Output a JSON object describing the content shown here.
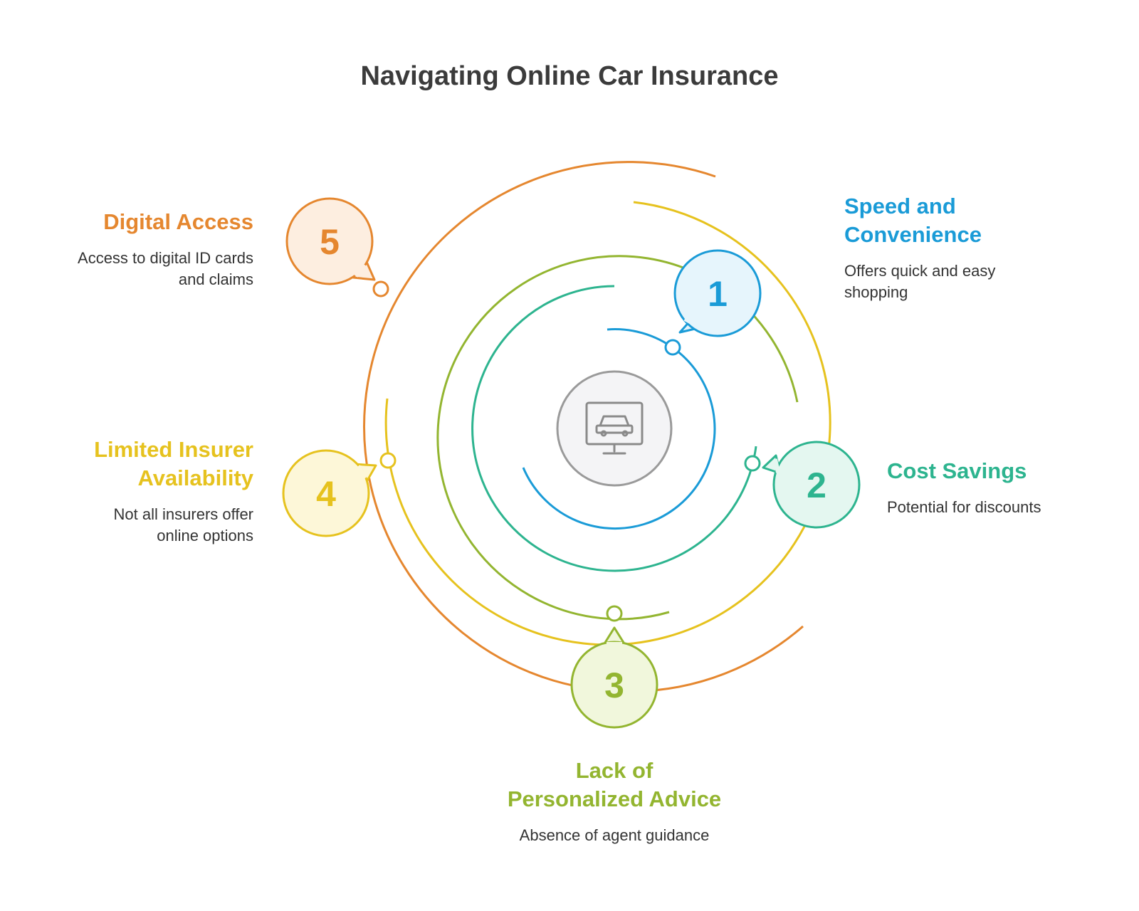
{
  "title": "Navigating Online Car Insurance",
  "center_icon": "car-monitor-icon",
  "items": [
    {
      "number": "1",
      "heading_line1": "Speed and",
      "heading_line2": "Convenience",
      "desc_line1": "Offers quick and easy",
      "desc_line2": "shopping",
      "color": "#1a9bd7",
      "fill": "#e6f5fc"
    },
    {
      "number": "2",
      "heading_line1": "Cost Savings",
      "heading_line2": "",
      "desc_line1": "Potential for discounts",
      "desc_line2": "",
      "color": "#2db48f",
      "fill": "#e4f7f0"
    },
    {
      "number": "3",
      "heading_line1": "Lack of",
      "heading_line2": "Personalized Advice",
      "desc_line1": "Absence of agent guidance",
      "desc_line2": "",
      "color": "#93b530",
      "fill": "#f1f7dc"
    },
    {
      "number": "4",
      "heading_line1": "Limited Insurer",
      "heading_line2": "Availability",
      "desc_line1": "Not all insurers offer",
      "desc_line2": "online options",
      "color": "#e6c21e",
      "fill": "#fdf7d8"
    },
    {
      "number": "5",
      "heading_line1": "Digital Access",
      "heading_line2": "",
      "desc_line1": "Access to digital ID cards",
      "desc_line2": "and claims",
      "color": "#e5872f",
      "fill": "#fdeee0"
    }
  ]
}
